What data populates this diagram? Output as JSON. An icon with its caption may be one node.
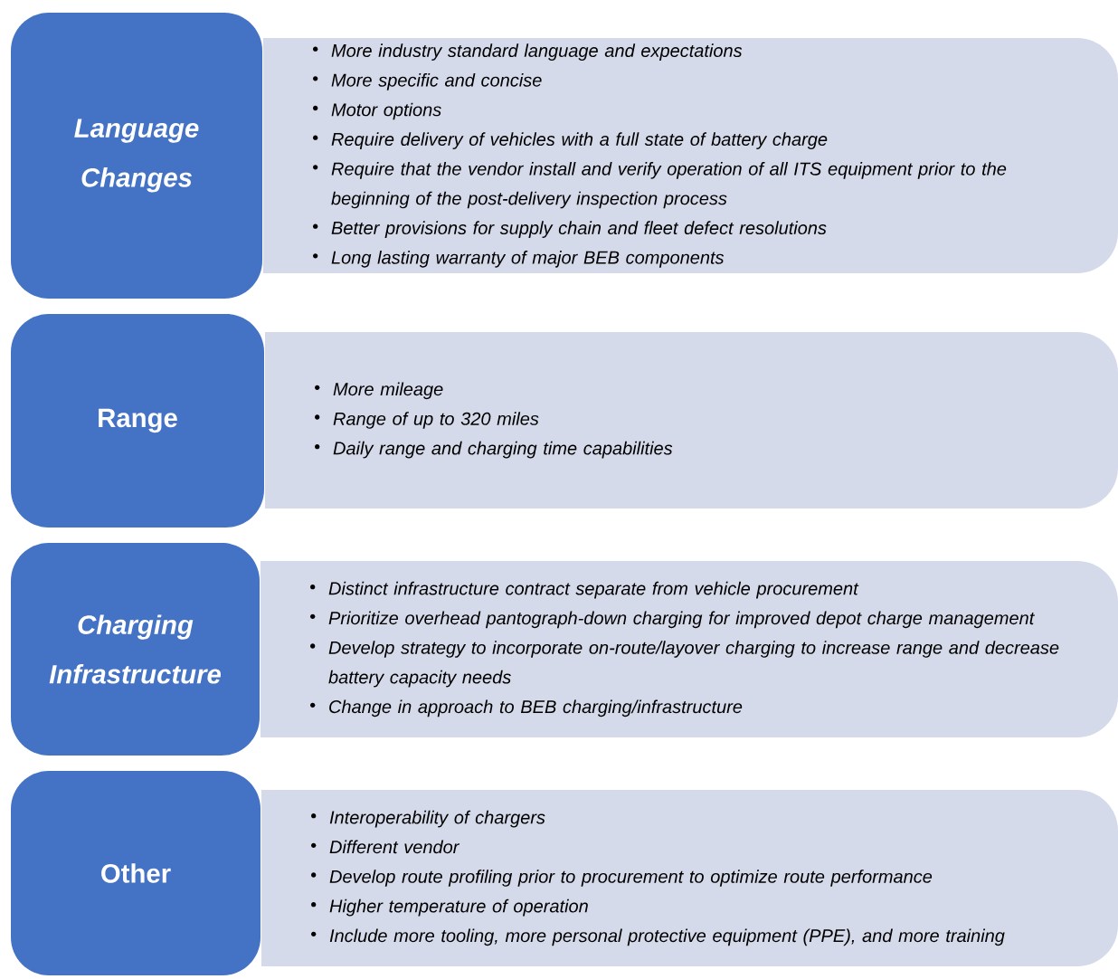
{
  "diagram": {
    "nodes": [
      {
        "text": [
          "Language Changes"
        ]
      },
      {
        "text": [
          "More industry standard language and expectations",
          "More specific and concise",
          "Motor options",
          "Require delivery of vehicles with a full state of battery charge",
          "Require that the vendor install and verify operation of all ITS equipment prior to the beginning of the post-delivery inspection process",
          "Better provisions for supply chain and fleet defect resolutions",
          "Long lasting warranty of major BEB components"
        ]
      },
      {
        "text": [
          "Range"
        ]
      },
      {
        "text": [
          "More mileage",
          "Range of up to 320 miles",
          "Daily range and charging time capabilities"
        ]
      },
      {
        "text": [
          "Charging Infrastructure"
        ]
      },
      {
        "text": [
          "Distinct infrastructure contract separate from vehicle procurement",
          "Prioritize overhead pantograph-down charging for improved depot charge management",
          "Develop strategy to incorporate on-route/layover charging to increase range and decrease battery capacity needs",
          "Change in approach to BEB charging/infrastructure"
        ]
      },
      {
        "text": [
          "Other"
        ]
      },
      {
        "text": [
          "Interoperability of chargers",
          "Different vendor",
          "Develop route profiling prior to procurement to optimize route performance",
          "Higher temperature of operation",
          "Include more tooling, more personal protective equipment (PPE), and more training"
        ]
      }
    ]
  }
}
